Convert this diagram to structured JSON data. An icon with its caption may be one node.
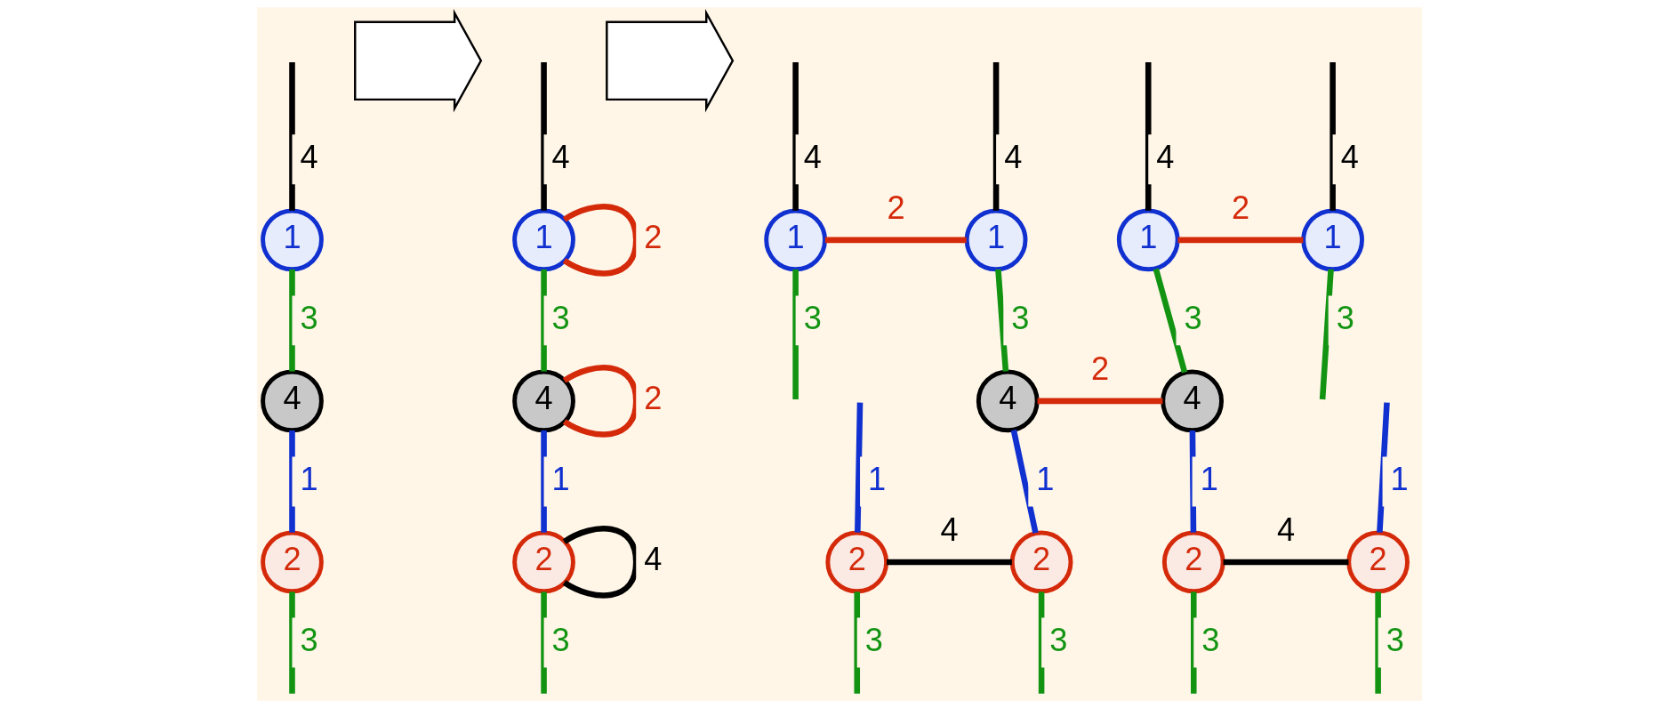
{
  "diagram": {
    "nodes": [
      {
        "text": [
          "1"
        ]
      },
      {
        "text": [
          "4"
        ]
      },
      {
        "text": [
          "2"
        ]
      },
      {
        "text": [],
        "shape": "arrow"
      },
      {
        "text": [
          "1"
        ]
      },
      {
        "text": [
          "4"
        ]
      },
      {
        "text": [
          "2"
        ]
      },
      {
        "text": [],
        "shape": "arrow"
      },
      {
        "text": [
          "1"
        ]
      },
      {
        "text": [
          "1"
        ]
      },
      {
        "text": [
          "1"
        ]
      },
      {
        "text": [
          "1"
        ]
      },
      {
        "text": [
          "4"
        ]
      },
      {
        "text": [
          "4"
        ]
      },
      {
        "text": [
          "2"
        ]
      },
      {
        "text": [
          "2"
        ]
      },
      {
        "text": [
          "2"
        ]
      },
      {
        "text": [
          "2"
        ]
      }
    ],
    "edges": [
      {
        "from": null,
        "to": 0,
        "arrow": "none",
        "label": "4",
        "color": "#000000"
      },
      {
        "from": 0,
        "to": 1,
        "arrow": "none",
        "label": "3",
        "color": "#129412"
      },
      {
        "from": 1,
        "to": 2,
        "arrow": "none",
        "label": "1",
        "color": "#1030d0"
      },
      {
        "from": 2,
        "to": null,
        "arrow": "none",
        "label": "3",
        "color": "#129412"
      },
      {
        "from": null,
        "to": 4,
        "arrow": "none",
        "label": "4",
        "color": "#000000"
      },
      {
        "from": 4,
        "to": 5,
        "arrow": "none",
        "label": "3",
        "color": "#129412"
      },
      {
        "from": 5,
        "to": 6,
        "arrow": "none",
        "label": "1",
        "color": "#1030d0"
      },
      {
        "from": 6,
        "to": null,
        "arrow": "none",
        "label": "3",
        "color": "#129412"
      },
      {
        "from": 4,
        "to": 4,
        "arrow": "none",
        "label": "2",
        "color": "#d42a0a"
      },
      {
        "from": 5,
        "to": 5,
        "arrow": "none",
        "label": "2",
        "color": "#d42a0a"
      },
      {
        "from": 6,
        "to": 6,
        "arrow": "none",
        "label": "4",
        "color": "#000000"
      },
      {
        "from": null,
        "to": 8,
        "arrow": "none",
        "label": "4",
        "color": "#000000"
      },
      {
        "from": null,
        "to": 9,
        "arrow": "none",
        "label": "4",
        "color": "#000000"
      },
      {
        "from": null,
        "to": 10,
        "arrow": "none",
        "label": "4",
        "color": "#000000"
      },
      {
        "from": null,
        "to": 11,
        "arrow": "none",
        "label": "4",
        "color": "#000000"
      },
      {
        "from": 8,
        "to": 9,
        "arrow": "none",
        "label": "2",
        "color": "#d42a0a"
      },
      {
        "from": 10,
        "to": 11,
        "arrow": "none",
        "label": "2",
        "color": "#d42a0a"
      },
      {
        "from": 8,
        "to": null,
        "arrow": "none",
        "label": "3",
        "color": "#129412"
      },
      {
        "from": 11,
        "to": null,
        "arrow": "none",
        "label": "3",
        "color": "#129412"
      },
      {
        "from": 9,
        "to": 12,
        "arrow": "none",
        "label": "3",
        "color": "#129412"
      },
      {
        "from": 10,
        "to": 13,
        "arrow": "none",
        "label": "3",
        "color": "#129412"
      },
      {
        "from": 12,
        "to": 13,
        "arrow": "none",
        "label": "2",
        "color": "#d42a0a"
      },
      {
        "from": 12,
        "to": 15,
        "arrow": "none",
        "label": "1",
        "color": "#1030d0"
      },
      {
        "from": 13,
        "to": 16,
        "arrow": "none",
        "label": "1",
        "color": "#1030d0"
      },
      {
        "from": null,
        "to": 14,
        "arrow": "none",
        "label": "1",
        "color": "#1030d0"
      },
      {
        "from": null,
        "to": 17,
        "arrow": "none",
        "label": "1",
        "color": "#1030d0"
      },
      {
        "from": 14,
        "to": 15,
        "arrow": "none",
        "label": "4",
        "color": "#000000"
      },
      {
        "from": 16,
        "to": 17,
        "arrow": "none",
        "label": "4",
        "color": "#000000"
      },
      {
        "from": 14,
        "to": null,
        "arrow": "none",
        "label": "3",
        "color": "#129412"
      },
      {
        "from": 15,
        "to": null,
        "arrow": "none",
        "label": "3",
        "color": "#129412"
      },
      {
        "from": 16,
        "to": null,
        "arrow": "none",
        "label": "3",
        "color": "#129412"
      },
      {
        "from": 17,
        "to": null,
        "arrow": "none",
        "label": "3",
        "color": "#129412"
      }
    ]
  }
}
